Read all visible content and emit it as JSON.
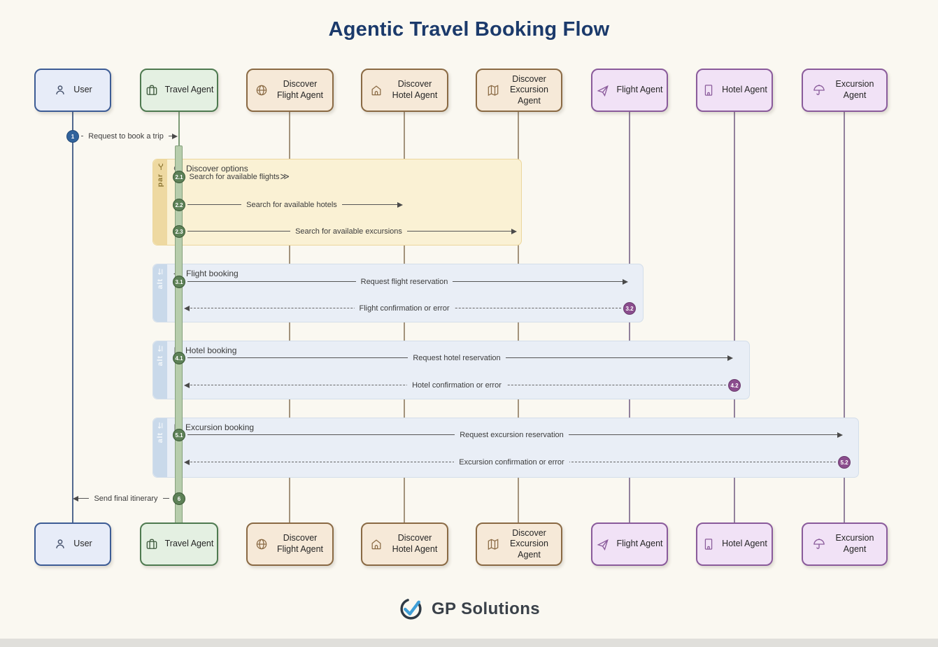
{
  "title": "Agentic Travel Booking Flow",
  "actors": [
    {
      "label": "User",
      "icon": "person-icon"
    },
    {
      "label": "Travel Agent",
      "icon": "briefcase-icon"
    },
    {
      "label": "Discover Flight Agent",
      "icon": "globe-icon"
    },
    {
      "label": "Discover Hotel Agent",
      "icon": "house-icon"
    },
    {
      "label": "Discover Excursion Agent",
      "icon": "map-icon"
    },
    {
      "label": "Flight Agent",
      "icon": "plane-icon"
    },
    {
      "label": "Hotel Agent",
      "icon": "building-icon"
    },
    {
      "label": "Excursion Agent",
      "icon": "umbrella-icon"
    }
  ],
  "blocks": [
    {
      "tab": "par",
      "title": "Discover options",
      "icon": "magnifier-icon"
    },
    {
      "tab": "alt",
      "title": "Flight booking",
      "icon": "plane-icon"
    },
    {
      "tab": "alt",
      "title": "Hotel booking",
      "icon": "building-icon"
    },
    {
      "tab": "alt",
      "title": "Excursion booking",
      "icon": "flag-icon"
    }
  ],
  "messages": [
    {
      "num": "1",
      "text": "Request to book a trip",
      "from": "User",
      "to": "Travel Agent",
      "line": "solid"
    },
    {
      "num": "2.1",
      "text": "Search for available flights",
      "from": "Travel Agent",
      "to": "Discover Flight Agent",
      "line": "solid-open"
    },
    {
      "num": "2.2",
      "text": "Search for available hotels",
      "from": "Travel Agent",
      "to": "Discover Hotel Agent",
      "line": "solid"
    },
    {
      "num": "2.3",
      "text": "Search for available excursions",
      "from": "Travel Agent",
      "to": "Discover Excursion Agent",
      "line": "solid"
    },
    {
      "num": "3.1",
      "text": "Request flight reservation",
      "from": "Travel Agent",
      "to": "Flight Agent",
      "line": "solid"
    },
    {
      "num": "3.2",
      "text": "Flight confirmation or error",
      "from": "Flight Agent",
      "to": "Travel Agent",
      "line": "dashed"
    },
    {
      "num": "4.1",
      "text": "Request hotel reservation",
      "from": "Travel Agent",
      "to": "Hotel Agent",
      "line": "solid"
    },
    {
      "num": "4.2",
      "text": "Hotel confirmation or error",
      "from": "Hotel Agent",
      "to": "Travel Agent",
      "line": "dashed"
    },
    {
      "num": "5.1",
      "text": "Request excursion reservation",
      "from": "Travel Agent",
      "to": "Excursion Agent",
      "line": "solid"
    },
    {
      "num": "5.2",
      "text": "Excursion confirmation or error",
      "from": "Excursion Agent",
      "to": "Travel Agent",
      "line": "dashed"
    },
    {
      "num": "6",
      "text": "Send final itinerary",
      "from": "Travel Agent",
      "to": "User",
      "line": "solid"
    }
  ],
  "footer": {
    "brand": "GP Solutions"
  },
  "colors": {
    "background": "#faf8f1",
    "title": "#1b3a6b",
    "user_accent": "#3d5c95",
    "travel_accent": "#4e7a50",
    "discover_accent": "#8a6a44",
    "booking_accent": "#8a5b9b",
    "par_fill": "#faf1d4",
    "alt_fill": "#e9eef6",
    "num_user": "#31639c",
    "num_request": "#5d8157",
    "num_return": "#8b4d8e",
    "logo_check": "#3f9fd8"
  }
}
